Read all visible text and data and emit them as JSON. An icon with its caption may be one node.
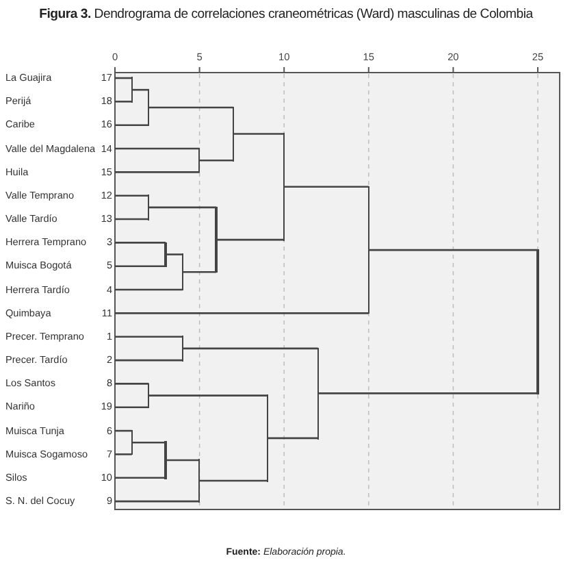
{
  "diagram": {
    "title": "**Figura 3.** Dendrograma de correlaciones craneométricas (Ward) masculinas de Colombia",
    "caption": "**Fuente:** *Elaboración propia.*",
    "nodes": [
      {
        "text": [
          "La Guajira",
          "17"
        ]
      },
      {
        "text": [
          "Perijá",
          "18"
        ]
      },
      {
        "text": [
          "Caribe",
          "16"
        ]
      },
      {
        "text": [
          "Valle del Magdalena",
          "14"
        ]
      },
      {
        "text": [
          "Huila",
          "15"
        ]
      },
      {
        "text": [
          "Valle Temprano",
          "12"
        ]
      },
      {
        "text": [
          "Valle Tardío",
          "13"
        ]
      },
      {
        "text": [
          "Herrera Temprano",
          "3"
        ]
      },
      {
        "text": [
          "Muisca Bogotá",
          "5"
        ]
      },
      {
        "text": [
          "Herrera Tardío",
          "4"
        ]
      },
      {
        "text": [
          "Quimbaya",
          "11"
        ]
      },
      {
        "text": [
          "Precer. Temprano",
          "1"
        ]
      },
      {
        "text": [
          "Precer. Tardío",
          "2"
        ]
      },
      {
        "text": [
          "Los Santos",
          "8"
        ]
      },
      {
        "text": [
          "Nariño",
          "19"
        ]
      },
      {
        "text": [
          "Muisca Tunja",
          "6"
        ]
      },
      {
        "text": [
          "Muisca Sogamoso",
          "7"
        ]
      },
      {
        "text": [
          "Silos",
          "10"
        ]
      },
      {
        "text": [
          "S. N. del Cocuy",
          "9"
        ]
      },
      {
        "text": [],
        "shape": "bar"
      },
      {
        "text": [],
        "shape": "bar"
      },
      {
        "text": [],
        "shape": "bar"
      },
      {
        "text": [],
        "shape": "bar"
      },
      {
        "text": [],
        "shape": "bar"
      },
      {
        "text": [],
        "shape": "bar"
      },
      {
        "text": [],
        "shape": "bar"
      },
      {
        "text": [],
        "shape": "bar"
      },
      {
        "text": [],
        "shape": "bar"
      },
      {
        "text": [],
        "shape": "bar"
      },
      {
        "text": [],
        "shape": "bar"
      },
      {
        "text": [],
        "shape": "bar"
      },
      {
        "text": [],
        "shape": "bar"
      },
      {
        "text": [],
        "shape": "bar"
      },
      {
        "text": [],
        "shape": "bar"
      },
      {
        "text": [],
        "shape": "bar"
      },
      {
        "text": [],
        "shape": "bar"
      },
      {
        "text": [],
        "shape": "bar"
      }
    ],
    "edges": [
      {
        "from": 0,
        "to": 19,
        "arrow": "none"
      },
      {
        "from": 1,
        "to": 19,
        "arrow": "none"
      },
      {
        "from": 19,
        "to": 20,
        "arrow": "none"
      },
      {
        "from": 2,
        "to": 20,
        "arrow": "none"
      },
      {
        "from": 3,
        "to": 21,
        "arrow": "none"
      },
      {
        "from": 4,
        "to": 21,
        "arrow": "none"
      },
      {
        "from": 20,
        "to": 22,
        "arrow": "none"
      },
      {
        "from": 21,
        "to": 22,
        "arrow": "none"
      },
      {
        "from": 5,
        "to": 23,
        "arrow": "none"
      },
      {
        "from": 6,
        "to": 23,
        "arrow": "none"
      },
      {
        "from": 7,
        "to": 24,
        "arrow": "none"
      },
      {
        "from": 8,
        "to": 24,
        "arrow": "none"
      },
      {
        "from": 24,
        "to": 25,
        "arrow": "none"
      },
      {
        "from": 9,
        "to": 25,
        "arrow": "none"
      },
      {
        "from": 23,
        "to": 26,
        "arrow": "none"
      },
      {
        "from": 25,
        "to": 26,
        "arrow": "none"
      },
      {
        "from": 22,
        "to": 27,
        "arrow": "none"
      },
      {
        "from": 26,
        "to": 27,
        "arrow": "none"
      },
      {
        "from": 27,
        "to": 28,
        "arrow": "none"
      },
      {
        "from": 10,
        "to": 28,
        "arrow": "none"
      },
      {
        "from": 11,
        "to": 29,
        "arrow": "none"
      },
      {
        "from": 12,
        "to": 29,
        "arrow": "none"
      },
      {
        "from": 13,
        "to": 30,
        "arrow": "none"
      },
      {
        "from": 14,
        "to": 30,
        "arrow": "none"
      },
      {
        "from": 15,
        "to": 31,
        "arrow": "none"
      },
      {
        "from": 16,
        "to": 31,
        "arrow": "none"
      },
      {
        "from": 31,
        "to": 32,
        "arrow": "none"
      },
      {
        "from": 17,
        "to": 32,
        "arrow": "none"
      },
      {
        "from": 32,
        "to": 33,
        "arrow": "none"
      },
      {
        "from": 18,
        "to": 33,
        "arrow": "none"
      },
      {
        "from": 30,
        "to": 34,
        "arrow": "none"
      },
      {
        "from": 33,
        "to": 34,
        "arrow": "none"
      },
      {
        "from": 29,
        "to": 35,
        "arrow": "none"
      },
      {
        "from": 34,
        "to": 35,
        "arrow": "none"
      },
      {
        "from": 28,
        "to": 36,
        "arrow": "none"
      },
      {
        "from": 35,
        "to": 36,
        "arrow": "none"
      }
    ],
    "labels": [
      "0",
      "5",
      "10",
      "15",
      "20",
      "25"
    ]
  }
}
